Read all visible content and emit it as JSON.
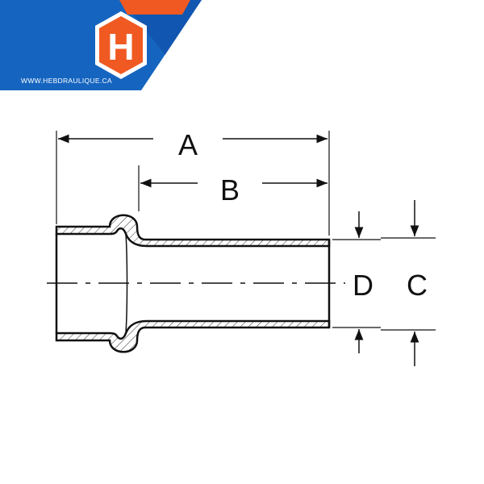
{
  "brand": {
    "logo_letter": "H",
    "website": "WWW.HEBDRAULIQUE.CA",
    "colors": {
      "banner": "#1565c0",
      "banner_dark": "#0b3d91",
      "logo": "#f05a22",
      "logo_text": "#ffffff"
    }
  },
  "diagram": {
    "label_a": "A",
    "label_b": "B",
    "label_c": "C",
    "label_d": "D",
    "line_color": "#111111"
  }
}
